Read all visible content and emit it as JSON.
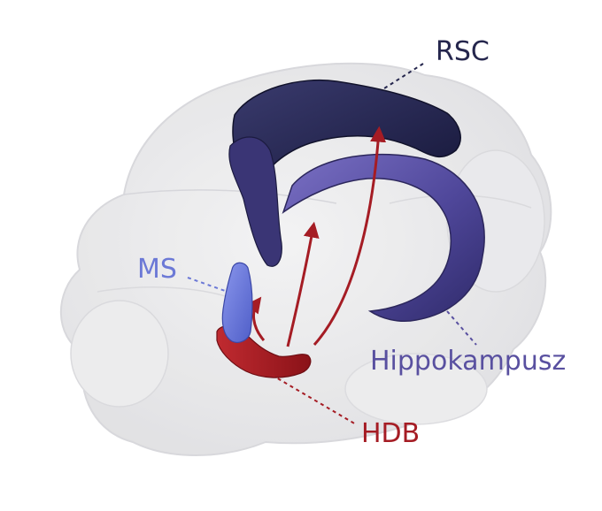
{
  "labels": {
    "rsc": "RSC",
    "ms": "MS",
    "hippocampus": "Hippokampusz",
    "hdb": "HDB"
  },
  "colors": {
    "rsc": "#25264d",
    "ms": "#6c79d6",
    "hippocampus": "#5950a0",
    "hdb": "#a51c24",
    "brain": "#e4e4e6"
  }
}
